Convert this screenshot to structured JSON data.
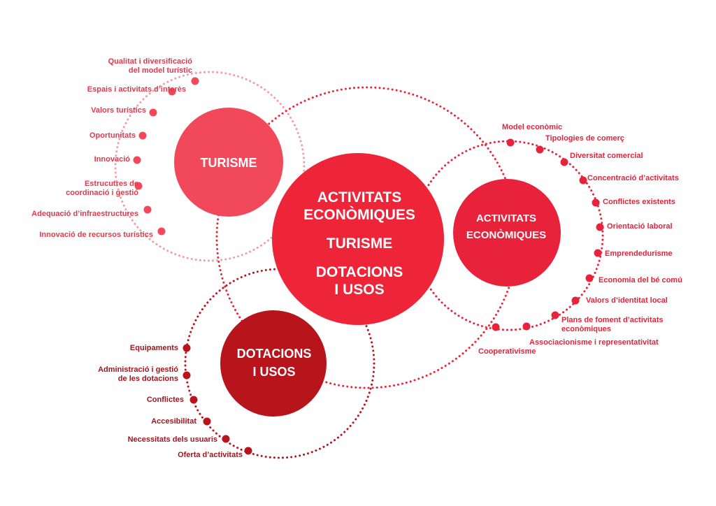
{
  "colors": {
    "turisme": "#f2495a",
    "turisme_ring": "#f79aa3",
    "central": "#ee2538",
    "activitats": "#e8223a",
    "dotacions": "#b8141c",
    "dotacions_text": "#a5141c",
    "turisme_text": "#e4384b",
    "activitats_text": "#e3233a"
  },
  "central": {
    "line1": "ACTIVITATS",
    "line2": "ECONÒMIQUES",
    "line3": "TURISME",
    "line4": "DOTACIONS",
    "line5": "I USOS"
  },
  "turisme": {
    "title": "TURISME",
    "items": [
      [
        "Qualitat i diversificació",
        "del model turístic"
      ],
      [
        "Espais i activitats d’interès"
      ],
      [
        "Valors turístics"
      ],
      [
        "Oportunitats"
      ],
      [
        "Innovació"
      ],
      [
        "Estrucutres de",
        "coordinació i gestió"
      ],
      [
        "Adequació d’infraestructures"
      ],
      [
        "Innovació de recursos turístics"
      ]
    ]
  },
  "activitats": {
    "title1": "ACTIVITATS",
    "title2": "ECONÒMIQUES",
    "items": [
      [
        "Model econòmic"
      ],
      [
        "Tipologies de comerç"
      ],
      [
        "Diversitat comercial"
      ],
      [
        "Concentració d’activitats"
      ],
      [
        "Conflictes existents"
      ],
      [
        "Orientació laboral"
      ],
      [
        "Emprendedurisme"
      ],
      [
        "Economia del bé comú"
      ],
      [
        "Valors d’identitat local"
      ],
      [
        "Plans de foment d’activitats",
        "econòmiques"
      ],
      [
        "Associacionisme i representativitat"
      ],
      [
        "Cooperativisme"
      ]
    ]
  },
  "dotacions": {
    "title1": "DOTACIONS",
    "title2": "I USOS",
    "items": [
      [
        "Equipaments"
      ],
      [
        "Administració i gestió",
        "de les dotacions"
      ],
      [
        "Conflictes"
      ],
      [
        "Accesibilitat"
      ],
      [
        "Necessitats dels usuaris"
      ],
      [
        "Oferta d’activitats"
      ]
    ]
  }
}
